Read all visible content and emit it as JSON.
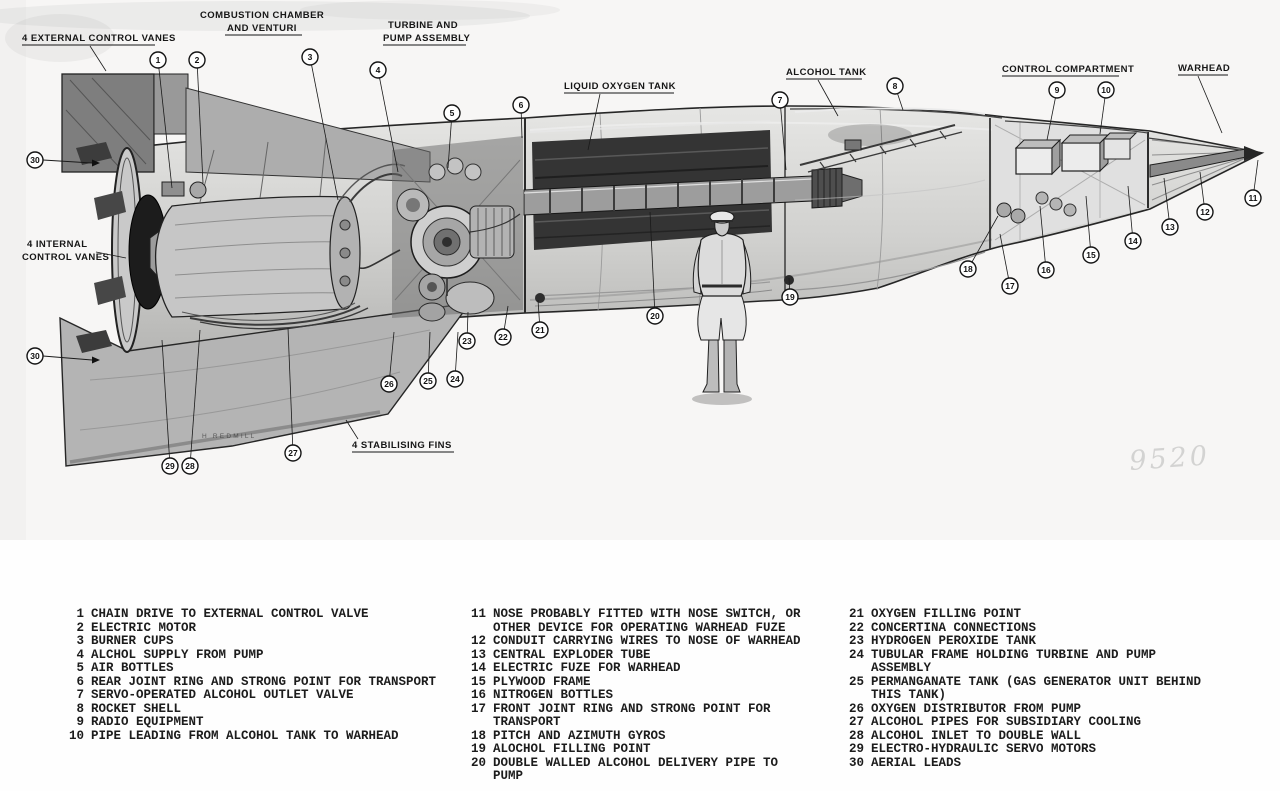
{
  "diagram": {
    "labels": {
      "external_vanes": "4 EXTERNAL CONTROL VANES",
      "combustion_1": "COMBUSTION CHAMBER",
      "combustion_2": "AND VENTURI",
      "turbine_1": "TURBINE AND",
      "turbine_2": "PUMP ASSEMBLY",
      "lox_tank": "LIQUID OXYGEN TANK",
      "alcohol_tank": "ALCOHOL TANK",
      "control_compartment": "CONTROL COMPARTMENT",
      "warhead": "WARHEAD",
      "internal_vanes_1": "4 INTERNAL",
      "internal_vanes_2": "CONTROL VANES",
      "stabilising_fins": "4 STABILISING FINS",
      "signature": "H REDMILL",
      "watermark": "9520"
    },
    "callouts": [
      "1",
      "2",
      "3",
      "4",
      "5",
      "6",
      "7",
      "8",
      "9",
      "10",
      "11",
      "12",
      "13",
      "14",
      "15",
      "16",
      "17",
      "18",
      "19",
      "20",
      "21",
      "22",
      "23",
      "24",
      "25",
      "26",
      "27",
      "28",
      "29",
      "30",
      "30"
    ]
  },
  "legend": {
    "columns": [
      {
        "items": [
          {
            "num": "1",
            "text": "CHAIN DRIVE TO EXTERNAL CONTROL VALVE"
          },
          {
            "num": "2",
            "text": "ELECTRIC MOTOR"
          },
          {
            "num": "3",
            "text": "BURNER CUPS"
          },
          {
            "num": "4",
            "text": "ALCHOL SUPPLY FROM PUMP"
          },
          {
            "num": "5",
            "text": "AIR BOTTLES"
          },
          {
            "num": "6",
            "text": "REAR JOINT RING AND STRONG POINT FOR TRANSPORT"
          },
          {
            "num": "7",
            "text": "SERVO-OPERATED ALCOHOL OUTLET VALVE"
          },
          {
            "num": "8",
            "text": "ROCKET SHELL"
          },
          {
            "num": "9",
            "text": "RADIO EQUIPMENT"
          },
          {
            "num": "10",
            "text": "PIPE LEADING FROM ALCOHOL TANK TO WARHEAD"
          }
        ]
      },
      {
        "items": [
          {
            "num": "11",
            "text": "NOSE PROBABLY FITTED WITH NOSE SWITCH, OR OTHER DEVICE FOR OPERATING WARHEAD FUZE"
          },
          {
            "num": "12",
            "text": "CONDUIT CARRYING WIRES TO NOSE OF WARHEAD"
          },
          {
            "num": "13",
            "text": "CENTRAL EXPLODER TUBE"
          },
          {
            "num": "14",
            "text": "ELECTRIC FUZE FOR WARHEAD"
          },
          {
            "num": "15",
            "text": "PLYWOOD FRAME"
          },
          {
            "num": "16",
            "text": "NITROGEN BOTTLES"
          },
          {
            "num": "17",
            "text": "FRONT JOINT RING AND STRONG POINT FOR TRANSPORT"
          },
          {
            "num": "18",
            "text": "PITCH AND AZIMUTH GYROS"
          },
          {
            "num": "19",
            "text": "ALOCHOL FILLING POINT"
          },
          {
            "num": "20",
            "text": "DOUBLE WALLED ALCOHOL DELIVERY PIPE TO PUMP"
          }
        ]
      },
      {
        "items": [
          {
            "num": "21",
            "text": "OXYGEN FILLING POINT"
          },
          {
            "num": "22",
            "text": "CONCERTINA CONNECTIONS"
          },
          {
            "num": "23",
            "text": "HYDROGEN PEROXIDE TANK"
          },
          {
            "num": "24",
            "text": "TUBULAR FRAME HOLDING TURBINE AND PUMP ASSEMBLY"
          },
          {
            "num": "25",
            "text": "PERMANGANATE TANK (GAS GENERATOR UNIT BEHIND THIS TANK)"
          },
          {
            "num": "26",
            "text": "OXYGEN DISTRIBUTOR FROM PUMP"
          },
          {
            "num": "27",
            "text": "ALCOHOL PIPES FOR SUBSIDIARY COOLING"
          },
          {
            "num": "28",
            "text": "ALCOHOL INLET TO DOUBLE WALL"
          },
          {
            "num": "29",
            "text": "ELECTRO-HYDRAULIC SERVO MOTORS"
          },
          {
            "num": "30",
            "text": "AERIAL LEADS"
          }
        ]
      }
    ]
  }
}
